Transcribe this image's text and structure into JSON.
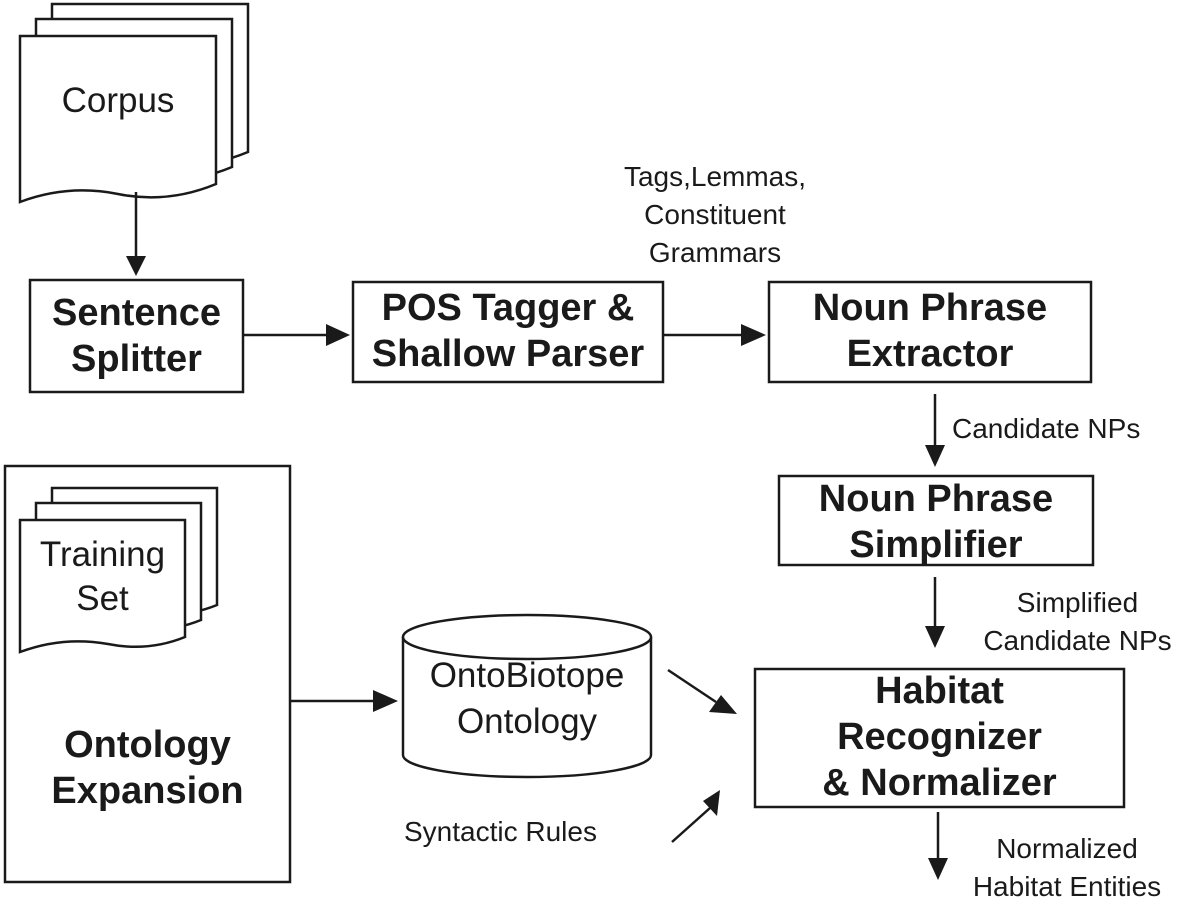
{
  "nodes": {
    "corpus": "Corpus",
    "sentence_splitter": [
      "Sentence",
      "Splitter"
    ],
    "pos_tagger": [
      "POS Tagger &",
      "Shallow Parser"
    ],
    "np_extractor": [
      "Noun Phrase",
      "Extractor"
    ],
    "np_simplifier": [
      "Noun Phrase",
      "Simplifier"
    ],
    "habitat_recognizer": [
      "Habitat",
      "Recognizer",
      "& Normalizer"
    ],
    "training_set": [
      "Training",
      "Set"
    ],
    "ontology_expansion": [
      "Ontology",
      "Expansion"
    ],
    "ontobiotope": [
      "OntoBiotope",
      "Ontology"
    ]
  },
  "edge_labels": {
    "tags": [
      "Tags,Lemmas,",
      "Constituent",
      "Grammars"
    ],
    "candidate_nps": "Candidate NPs",
    "simplified_nps": [
      "Simplified",
      "Candidate NPs"
    ],
    "syntactic_rules": "Syntactic Rules",
    "normalized_entities": [
      "Normalized",
      "Habitat Entities"
    ]
  }
}
